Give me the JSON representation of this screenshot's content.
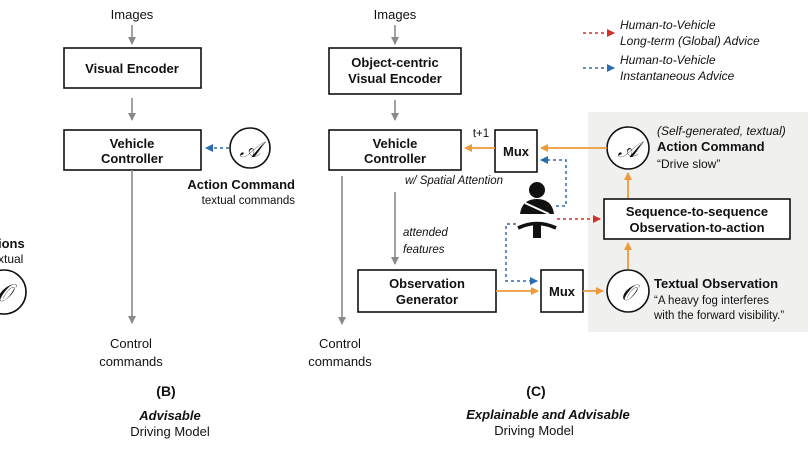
{
  "legend": {
    "global_advice_line1": "Human-to-Vehicle",
    "global_advice_line2": "Long-term (Global) Advice",
    "instant_advice_line1": "Human-to-Vehicle",
    "instant_advice_line2": "Instantaneous Advice",
    "global_color": "#d0312d",
    "instant_color": "#2b6cb0"
  },
  "panel_a": {
    "title_fragment": "ions",
    "subtitle_fragment": "xtual",
    "symbol": "𝒪"
  },
  "panel_b": {
    "images_label": "Images",
    "encoder_label": "Visual Encoder",
    "controller_line1": "Vehicle",
    "controller_line2": "Controller",
    "action_symbol": "𝒜",
    "action_title": "Action Command",
    "action_subtitle": "textual commands",
    "output_line1": "Control",
    "output_line2": "commands",
    "letter": "(B)",
    "caption_line1": "Advisable",
    "caption_line2": "Driving Model"
  },
  "panel_c": {
    "images_label": "Images",
    "encoder_line1": "Object-centric",
    "encoder_line2": "Visual Encoder",
    "controller_line1": "Vehicle",
    "controller_line2": "Controller",
    "spatial_attention_label": "w/ Spatial Attention",
    "attended_line1": "attended",
    "attended_line2": "features",
    "timestep_label": "t+1",
    "mux_top_label": "Mux",
    "mux_bottom_label": "Mux",
    "observation_gen_line1": "Observation",
    "observation_gen_line2": "Generator",
    "action_symbol": "𝒜",
    "self_generated_label": "(Self-generated, textual)",
    "action_title": "Action Command",
    "action_quote": "“Drive slow”",
    "seq2seq_line1": "Sequence-to-sequence",
    "seq2seq_line2": "Observation-to-action",
    "observation_symbol": "𝒪",
    "textual_obs_title": "Textual Observation",
    "textual_obs_quote_line1": "“A heavy fog interferes",
    "textual_obs_quote_line2": "with the forward visibility.”",
    "output_line1": "Control",
    "output_line2": "commands",
    "letter": "(C)",
    "caption_line1": "Explainable and Advisable",
    "caption_line2": "Driving Model",
    "panel_fill": "#f0f0ee"
  }
}
